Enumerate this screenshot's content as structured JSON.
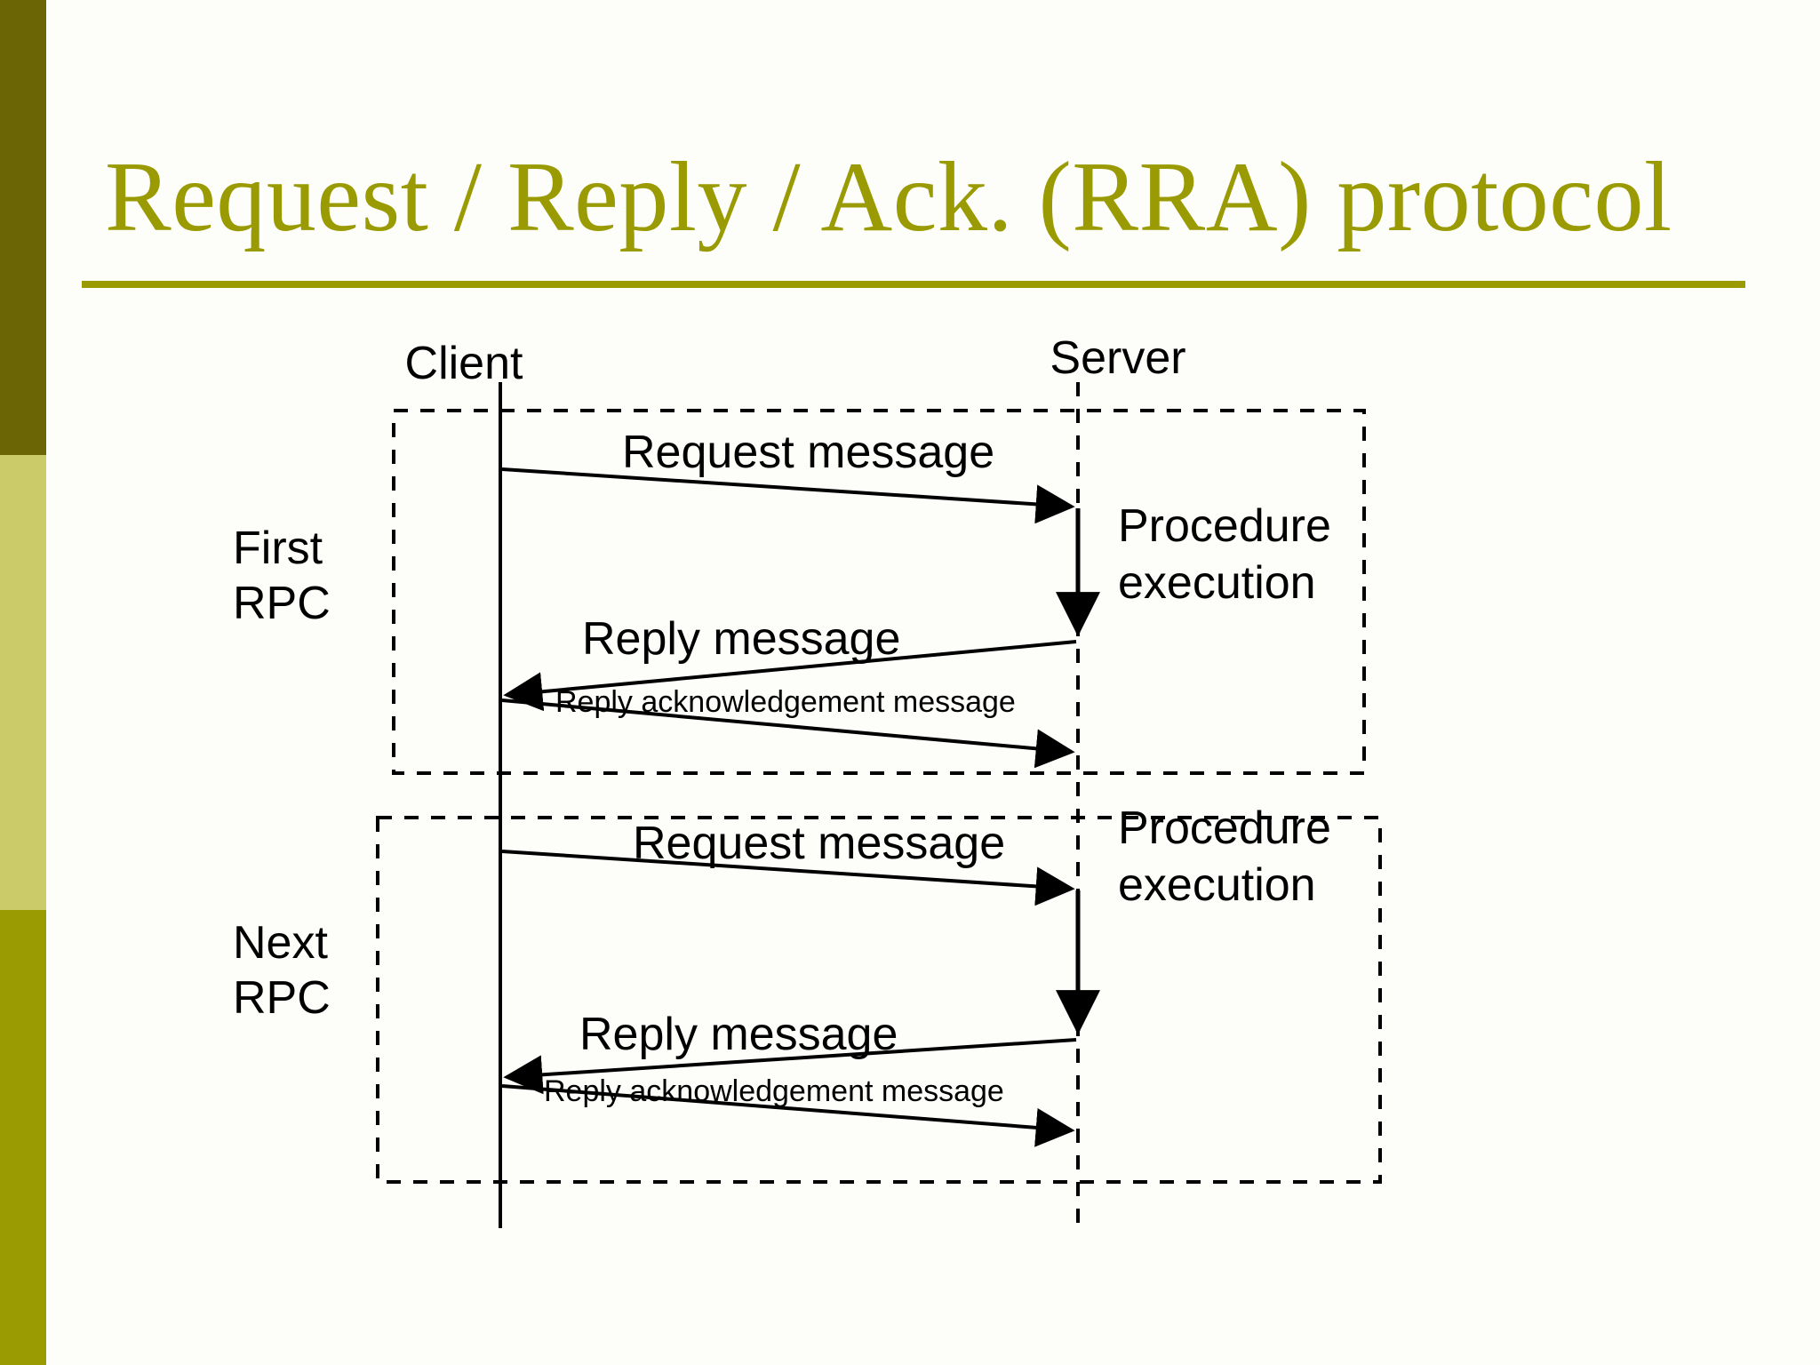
{
  "slide": {
    "background_color": "#fdfdfa",
    "title": "Request / Reply / Ack. (RRA) protocol",
    "title_color": "#9a9a02"
  },
  "sidebar": {
    "bands": [
      {
        "name": "dark-olive-band",
        "color": "#6b6505"
      },
      {
        "name": "khaki-band",
        "color": "#cbcb69"
      },
      {
        "name": "medium-olive-band",
        "color": "#9a9a02"
      }
    ]
  },
  "diagram": {
    "type": "sequence-diagram",
    "actors": {
      "client": "Client",
      "server": "Server"
    },
    "phases": [
      {
        "name": "first-rpc",
        "label_line1": "First",
        "label_line2": "RPC",
        "server_activity_line1": "Procedure",
        "server_activity_line2": "execution",
        "messages": [
          {
            "name": "request-message",
            "label": "Request message",
            "direction": "client-to-server",
            "size": "large"
          },
          {
            "name": "reply-message",
            "label": "Reply message",
            "direction": "server-to-client",
            "size": "large"
          },
          {
            "name": "reply-ack-message",
            "label": "Reply acknowledgement message",
            "direction": "client-to-server",
            "size": "small"
          }
        ]
      },
      {
        "name": "next-rpc",
        "label_line1": "Next",
        "label_line2": "RPC",
        "server_activity_line1": "Procedure",
        "server_activity_line2": "execution",
        "messages": [
          {
            "name": "request-message",
            "label": "Request message",
            "direction": "client-to-server",
            "size": "large"
          },
          {
            "name": "reply-message",
            "label": "Reply message",
            "direction": "server-to-client",
            "size": "large"
          },
          {
            "name": "reply-ack-message",
            "label": "Reply acknowledgement message",
            "direction": "client-to-server",
            "size": "small"
          }
        ]
      }
    ]
  }
}
